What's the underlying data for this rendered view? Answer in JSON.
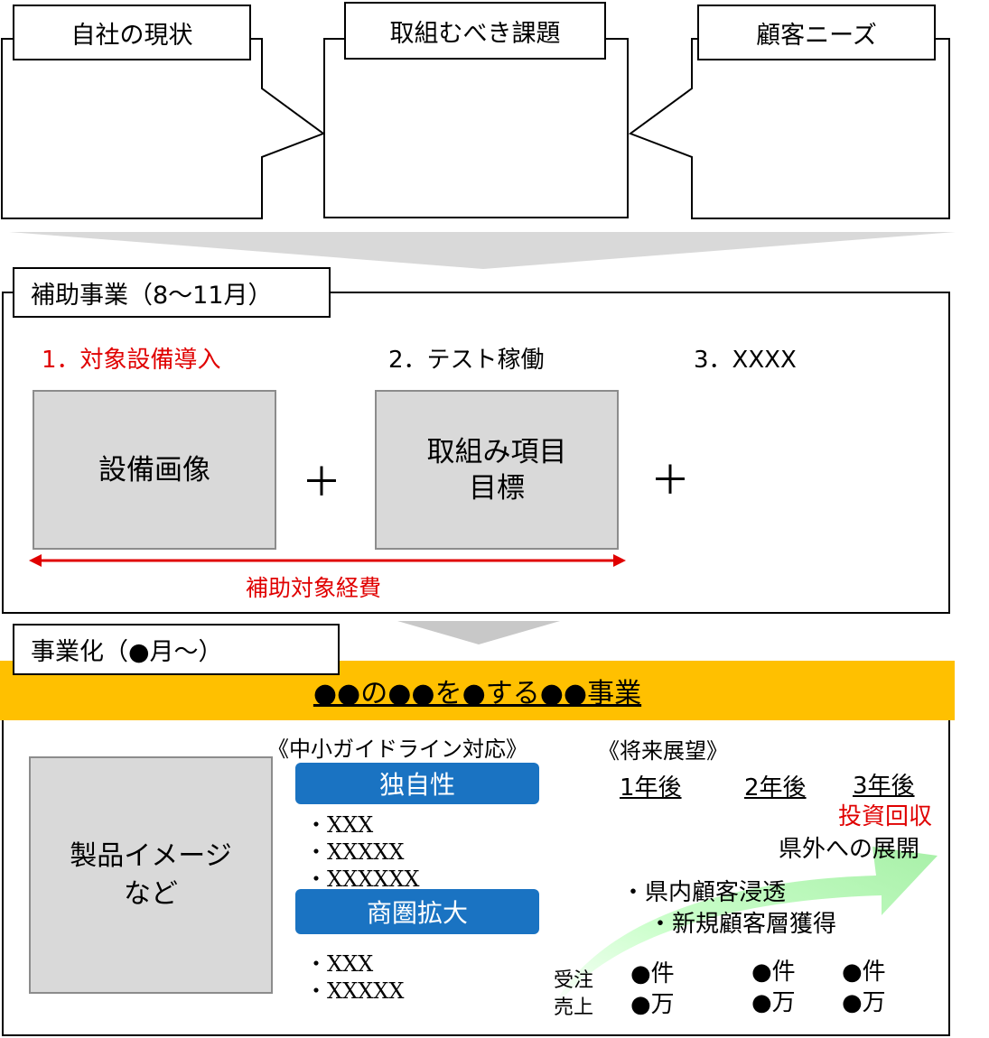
{
  "top_section": {
    "left_label": "自社の現状",
    "center_label": "取組むべき課題",
    "right_label": "顧客ニーズ"
  },
  "subsidy": {
    "title": "補助事業（8～11月）",
    "steps": [
      {
        "label": "1．対象設備導入",
        "color": "#e00000"
      },
      {
        "label": "2．テスト稼働"
      },
      {
        "label": "3．XXXX"
      }
    ],
    "equipment_box": "設備画像",
    "goals_box_line1": "取組み項目",
    "goals_box_line2": "目標",
    "plus": "＋",
    "covered_cost_label": "補助対象経費",
    "arrow_color": "#e00000"
  },
  "commercialization": {
    "title": "事業化（●月～）",
    "banner_text": "●●の●●を●する●●事業",
    "banner_color": "#ffc000",
    "product_box_line1": "製品イメージ",
    "product_box_line2": "など",
    "guideline_heading": "《中小ガイドライン対応》",
    "originality_label": "独自性",
    "originality_items": [
      "・XXX",
      "・XXXXX",
      "・XXXXXX"
    ],
    "expansion_label": "商圏拡大",
    "expansion_items": [
      "・XXX",
      "・XXXXX"
    ],
    "outlook_heading": "《将来展望》",
    "years": [
      "1年後",
      "2年後",
      "3年後"
    ],
    "investment_recovery": "投資回収",
    "out_of_prefecture": "県外への展開",
    "penetration": "・県内顧客浸透",
    "new_segment": "・新規顧客層獲得",
    "orders_label": "受注",
    "sales_label": "売上",
    "orders_values": [
      "●件",
      "●件",
      "●件"
    ],
    "sales_values": [
      "●万",
      "●万",
      "●万"
    ],
    "pill_color": "#1a73c2",
    "growth_arrow_color": "#ccffcc"
  }
}
